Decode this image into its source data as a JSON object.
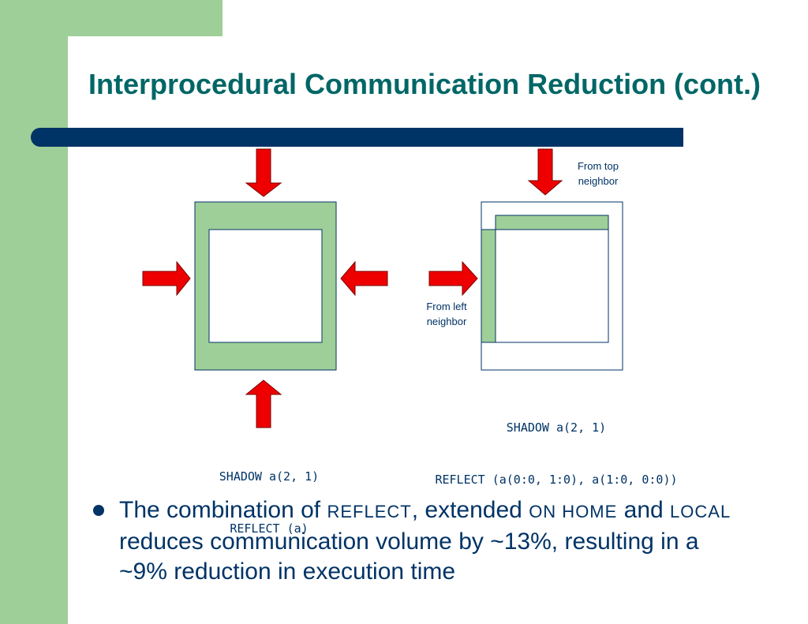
{
  "slide": {
    "title": "Interprocedural Communication Reduction (cont.)"
  },
  "diagram": {
    "left_code": {
      "line1": "SHADOW a(2, 1)",
      "line2": "REFLECT (a)"
    },
    "right_code": {
      "line1": "SHADOW a(2, 1)",
      "line2": "REFLECT (a(0:0, 1:0), a(1:0, 0:0))"
    },
    "top_note": {
      "line1": "From top",
      "line2": "neighbor"
    },
    "left_note": {
      "line1": "From left",
      "line2": "neighbor"
    },
    "colors": {
      "arrow_fill": "#ee0000",
      "arrow_stroke": "#7a0000",
      "shadow_fill": "#9fcf98",
      "box_stroke": "#003366"
    }
  },
  "bullet": {
    "p1": "The combination of ",
    "k1": "REFLECT",
    "p2": ", extended ",
    "k2": "ON HOME",
    "p3": " and ",
    "k3": "LOCAL",
    "p4": " reduces communication volume by ~13%, resulting in a ~9% reduction in execution time"
  }
}
